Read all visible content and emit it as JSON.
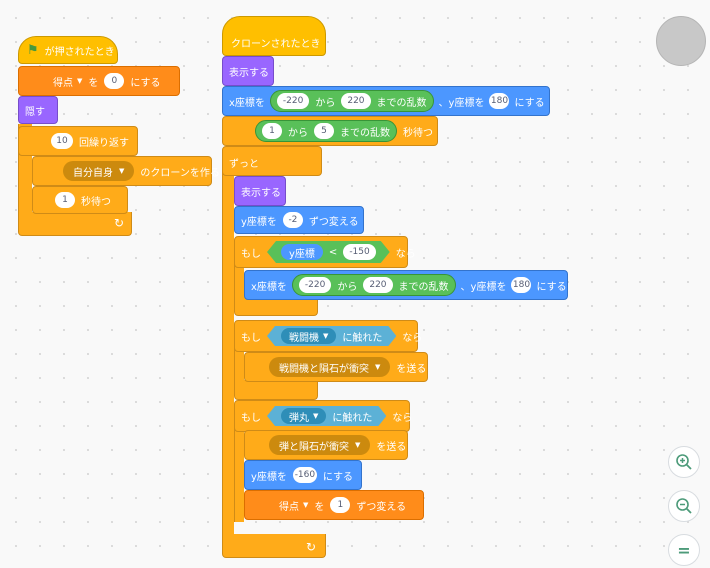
{
  "stage_button": {
    "color": "#c8c8c8"
  },
  "zoom": {
    "in_icon": "zoom-in-icon",
    "out_icon": "zoom-out-icon",
    "reset_icon": "zoom-reset-icon",
    "reset_label": "="
  },
  "left_script": {
    "hat_label": "が押されたとき",
    "set_var": {
      "var": "得点",
      "op": "を",
      "value": "0",
      "suffix": "にする"
    },
    "hide": "隠す",
    "repeat": {
      "count": "10",
      "label": "回繰り返す"
    },
    "create_clone": {
      "target": "自分自身",
      "label": "のクローンを作る"
    },
    "wait": {
      "value": "1",
      "label": "秒待つ"
    }
  },
  "right_script": {
    "hat_label": "クローンされたとき",
    "show1": "表示する",
    "goto": {
      "x_label": "x座標を",
      "x_from": "-220",
      "x_kara": "から",
      "x_to": "220",
      "x_rand": "までの乱数",
      "y_label": "、y座標を",
      "y_value": "180",
      "suffix": "にする"
    },
    "wait_random": {
      "from": "1",
      "kara": "から",
      "to": "5",
      "rand": "までの乱数",
      "label": "秒待つ"
    },
    "forever": "ずっと",
    "show2": "表示する",
    "change_y": {
      "label": "y座標を",
      "value": "-2",
      "suffix": "ずつ変える"
    },
    "if1": {
      "mosi": "もし",
      "reporter": "y座標",
      "op": "<",
      "value": "-150",
      "nara": "なら"
    },
    "goto2": {
      "x_label": "x座標を",
      "x_from": "-220",
      "x_kara": "から",
      "x_to": "220",
      "x_rand": "までの乱数",
      "y_label": "、y座標を",
      "y_value": "180",
      "suffix": "にする"
    },
    "if2": {
      "mosi": "もし",
      "target": "戦闘機",
      "touching": "に触れた",
      "nara": "なら"
    },
    "broadcast1": {
      "message": "戦闘機と隕石が衝突",
      "label": "を送る"
    },
    "if3": {
      "mosi": "もし",
      "target": "弾丸",
      "touching": "に触れた",
      "nara": "なら"
    },
    "broadcast2": {
      "message": "弾と隕石が衝突",
      "label": "を送る"
    },
    "set_y": {
      "label": "y座標を",
      "value": "-160",
      "suffix": "にする"
    },
    "change_var": {
      "var": "得点",
      "op": "を",
      "value": "1",
      "suffix": "ずつ変える"
    }
  }
}
